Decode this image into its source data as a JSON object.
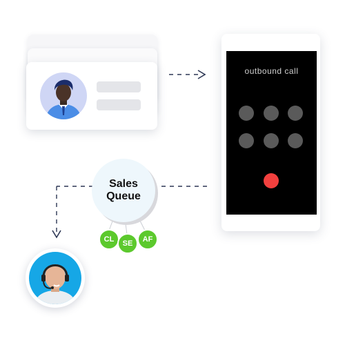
{
  "phone": {
    "title": "outbound call"
  },
  "queue": {
    "label_line1": "Sales",
    "label_line2": "Queue"
  },
  "badges": [
    "CL",
    "SE",
    "AF"
  ],
  "colors": {
    "badge": "#5cc92d",
    "end_call": "#f2403e",
    "screen": "#000000",
    "connector": "#2b3553"
  }
}
